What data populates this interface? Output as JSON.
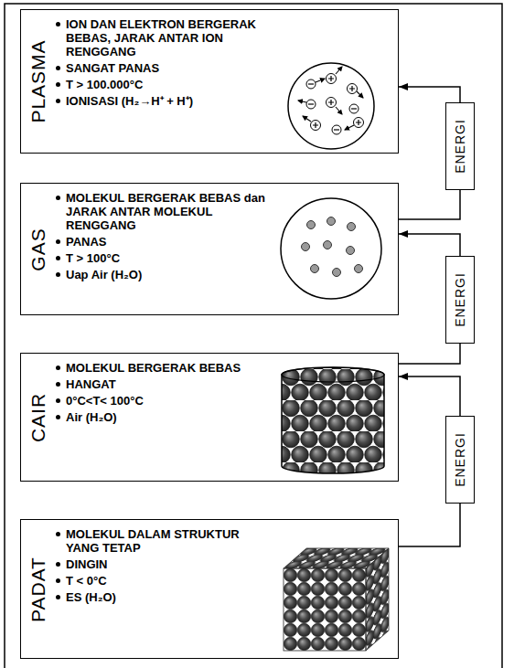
{
  "diagram": {
    "nodes": [
      {
        "text": [
          "PLASMA",
          "ION DAN ELEKTRON BERGERAK BEBAS, JARAK ANTAR ION RENGGANG",
          "SANGAT PANAS",
          "T > 100.000°C",
          "IONISASI (H₂→H⁺ + H⁺)"
        ]
      },
      {
        "text": [
          "GAS",
          "MOLEKUL BERGERAK BEBAS dan JARAK ANTAR MOLEKUL RENGGANG",
          "PANAS",
          "T > 100°C",
          "Uap Air (H₂O)"
        ]
      },
      {
        "text": [
          "CAIR",
          "MOLEKUL BERGERAK BEBAS",
          "HANGAT",
          "0°C<T< 100°C",
          "Air (H₂O)"
        ]
      },
      {
        "text": [
          "PADAT",
          "MOLEKUL DALAM STRUKTUR YANG TETAP",
          "DINGIN",
          "T < 0°C",
          "ES (H₂O)"
        ]
      },
      {
        "text": [
          "ENERGI"
        ]
      },
      {
        "text": [
          "ENERGI"
        ]
      },
      {
        "text": [
          "ENERGI"
        ]
      }
    ],
    "edges": [
      {
        "from": 3,
        "to": 6,
        "arrow": "none"
      },
      {
        "from": 6,
        "to": 2,
        "arrow": "to"
      },
      {
        "from": 2,
        "to": 5,
        "arrow": "none"
      },
      {
        "from": 5,
        "to": 1,
        "arrow": "to"
      },
      {
        "from": 1,
        "to": 4,
        "arrow": "none"
      },
      {
        "from": 4,
        "to": 0,
        "arrow": "to"
      }
    ]
  }
}
